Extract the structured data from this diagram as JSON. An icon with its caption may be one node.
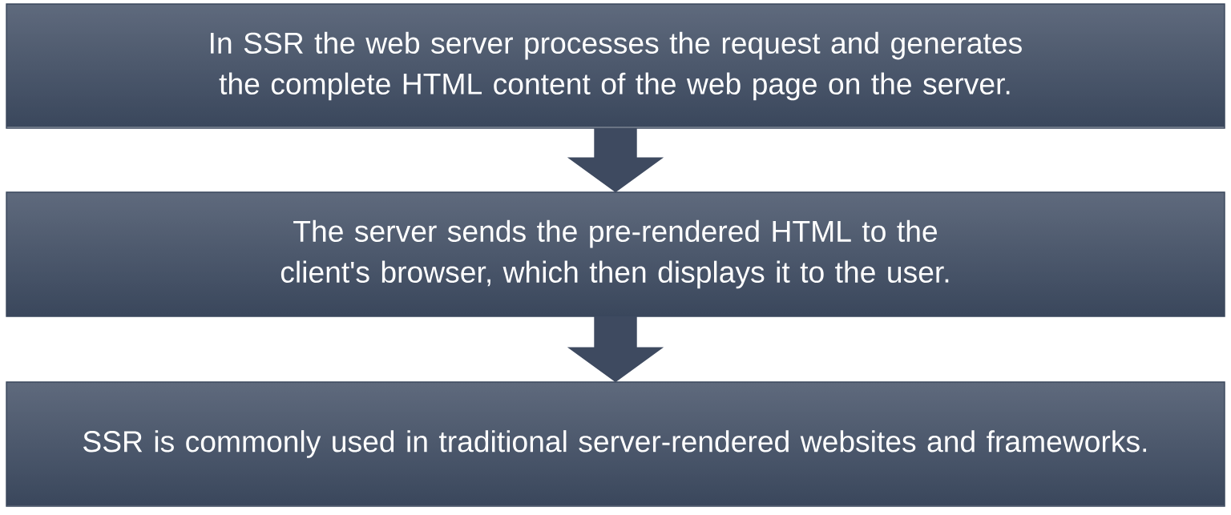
{
  "diagram": {
    "nodes": [
      {
        "text": [
          "In SSR the web server processes the request and generates the complete HTML content of the web page on the server."
        ]
      },
      {
        "text": [
          "The server sends the pre-rendered HTML to the client's browser, which then displays it to the user."
        ]
      },
      {
        "text": [
          "SSR is commonly used in traditional server-rendered websites and frameworks."
        ]
      }
    ],
    "edges": [
      {
        "from": 0,
        "to": 1,
        "arrow": "to"
      },
      {
        "from": 1,
        "to": 2,
        "arrow": "to"
      }
    ]
  }
}
